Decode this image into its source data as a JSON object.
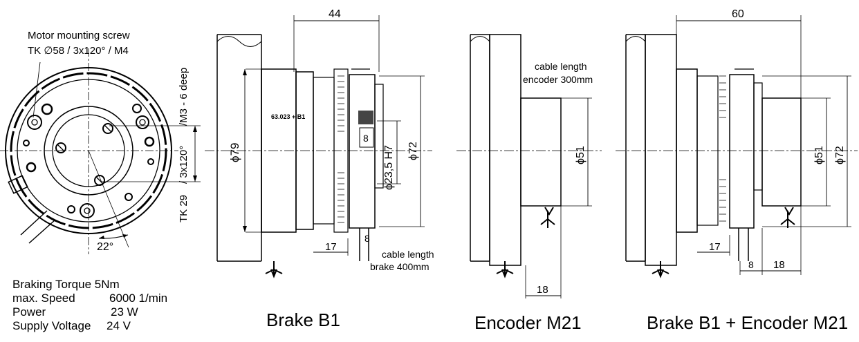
{
  "motor_view": {
    "screw_title": "Motor mounting screw",
    "screw_spec": "TK ∅58 / 3x120° / M4",
    "tk_label": "TK 29",
    "pattern_label": "/ 3x120°",
    "thread_label": "/M3 - 6 deep",
    "angle_label": "22°"
  },
  "specs": [
    {
      "label": "Braking Torque 5Nm",
      "value": ""
    },
    {
      "label": "max. Speed",
      "value": "6000 1/min"
    },
    {
      "label": "Power",
      "value": "23 W"
    },
    {
      "label": "Supply Voltage",
      "value": "24 V"
    }
  ],
  "brake_view": {
    "caption": "Brake B1",
    "dim_top": "44",
    "dia_outer": "ϕ79",
    "dia_bore": "ϕ23,5 H7",
    "dia_brake": "ϕ72",
    "dim_8": "8",
    "dim_17": "17",
    "dim_8b": "8",
    "part_no": "63.023 + B1",
    "cable_note_1": "cable length",
    "cable_note_2": "brake 400mm"
  },
  "encoder_view": {
    "caption": "Encoder M21",
    "cable_note_1": "cable length",
    "cable_note_2": "encoder 300mm",
    "dia_encoder": "ϕ51",
    "dim_18": "18"
  },
  "combo_view": {
    "caption": "Brake B1 + Encoder M21",
    "dim_top": "60",
    "dia_encoder": "ϕ51",
    "dia_brake": "ϕ72",
    "dim_17": "17",
    "dim_8": "8",
    "dim_18": "18"
  }
}
